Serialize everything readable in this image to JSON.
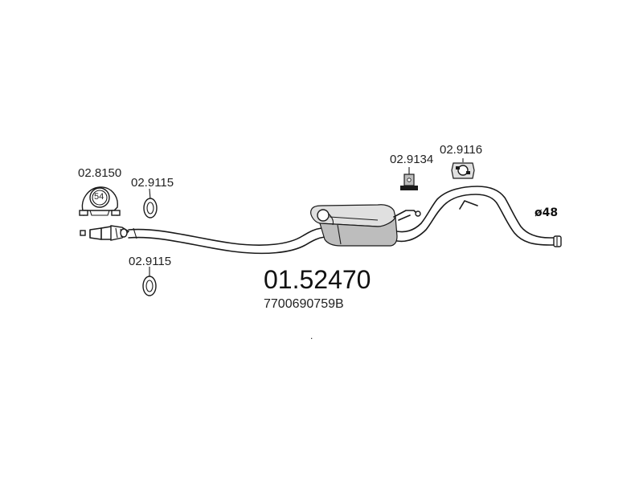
{
  "diagram": {
    "part_number": "01.52470",
    "oe_number": "7700690759B",
    "pipe_diameter": "ø48",
    "dot": "."
  },
  "parts": [
    {
      "code": "02.8150",
      "type": "clamp",
      "marking": "54"
    },
    {
      "code": "02.9115",
      "type": "gasket-ring-upper"
    },
    {
      "code": "02.9115",
      "type": "gasket-ring-lower"
    },
    {
      "code": "02.9134",
      "type": "rubber-mount"
    },
    {
      "code": "02.9116",
      "type": "rubber-hanger"
    }
  ]
}
